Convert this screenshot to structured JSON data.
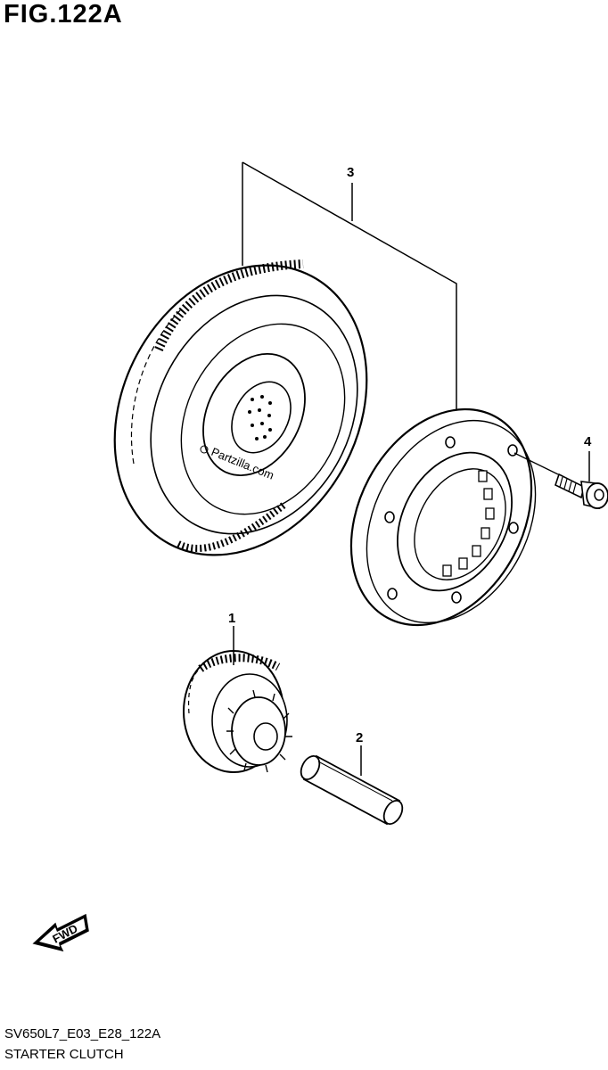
{
  "figure": {
    "title": "FIG.122A",
    "code": "SV650L7_E03_E28_122A",
    "name": "STARTER CLUTCH"
  },
  "callouts": [
    "1",
    "2",
    "3",
    "4"
  ],
  "watermark": "Partzilla.com",
  "direction_label": "FWD"
}
